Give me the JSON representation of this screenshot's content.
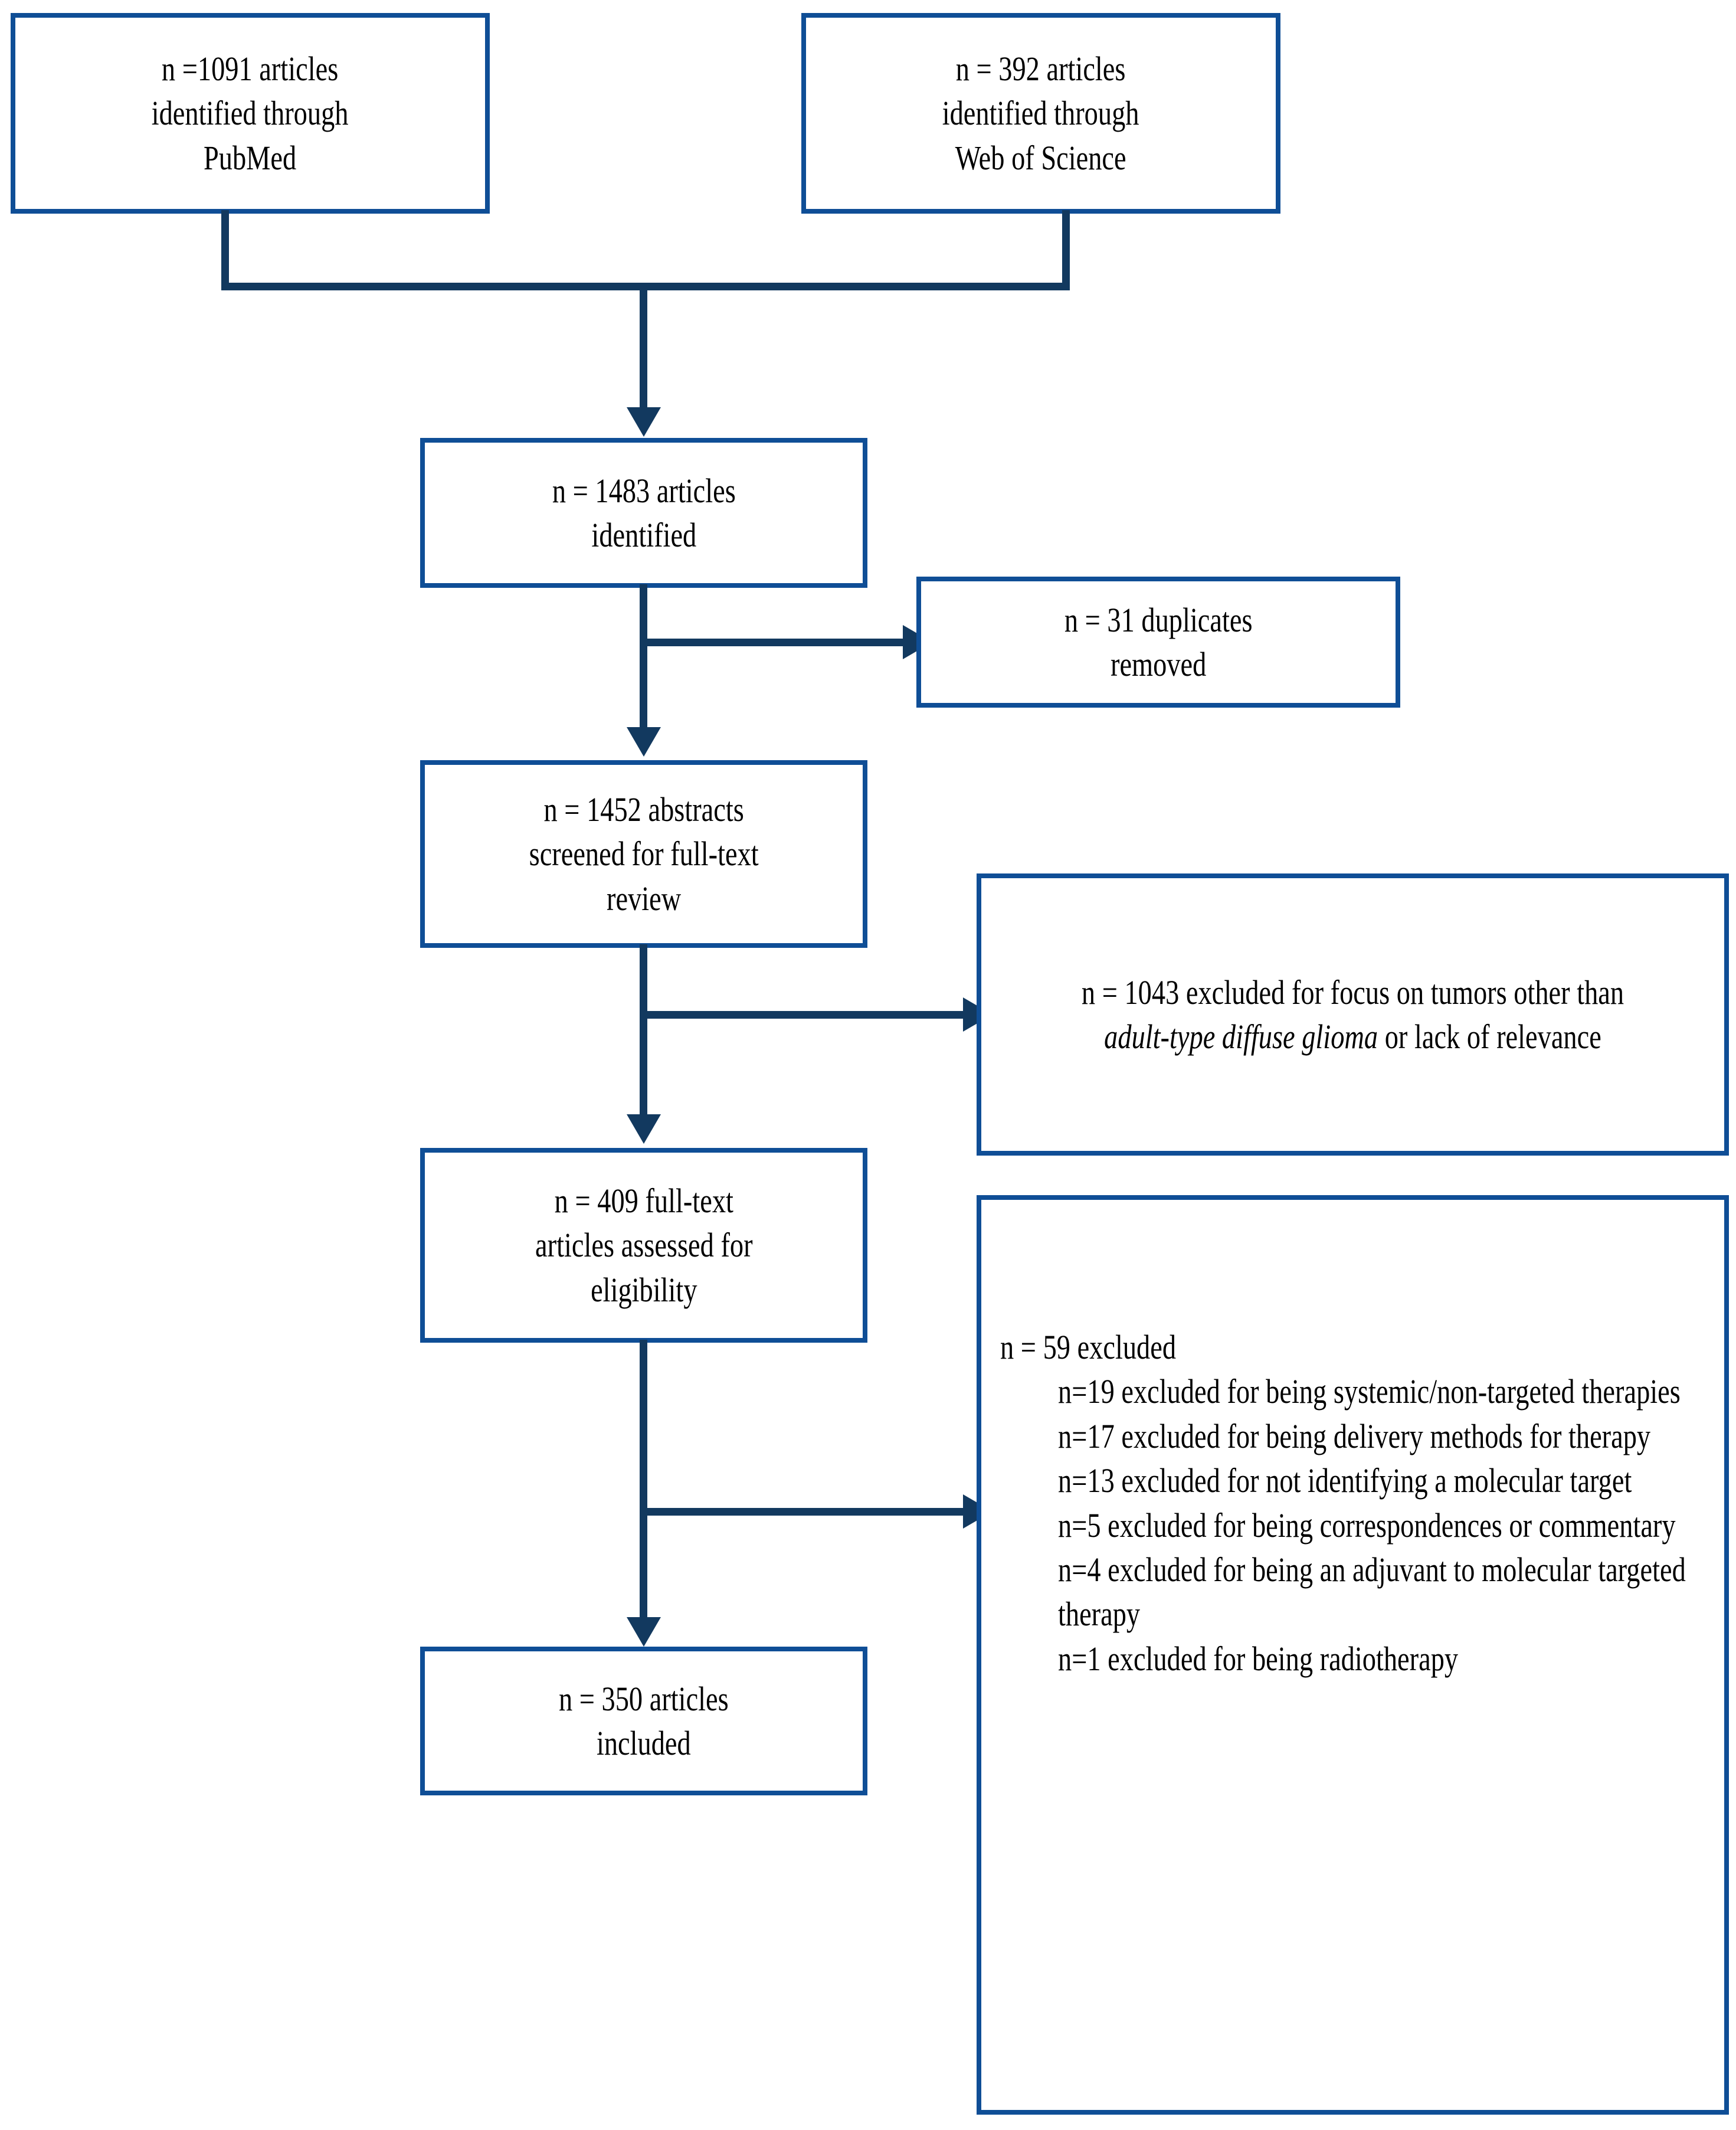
{
  "diagram": {
    "type": "prisma-flow-diagram",
    "accent_border_color": "#0f4e96",
    "connector_color": "#12395f",
    "background_color": "#ffffff",
    "text_color": "#000000"
  },
  "boxes": {
    "pubmed": {
      "line1": "n =1091 articles",
      "line2": "identified through",
      "line3": "PubMed"
    },
    "web_of_science": {
      "line1": "n = 392 articles",
      "line2": "identified through",
      "line3": "Web of Science"
    },
    "identified": {
      "line1": "n = 1483 articles",
      "line2": "identified"
    },
    "duplicates": {
      "line1": "n = 31 duplicates",
      "line2": "removed"
    },
    "abstracts": {
      "line1": "n = 1452 abstracts",
      "line2": "screened for full-text",
      "line3": "review"
    },
    "excluded_1043": {
      "part1": "n = 1043 excluded for focus on tumors other than ",
      "italic": "adult-type diffuse glioma",
      "part2": " or lack of relevance"
    },
    "fulltext": {
      "line1": "n = 409 full-text",
      "line2": "articles assessed for",
      "line3": "eligibility"
    },
    "excluded_59": {
      "header": "n = 59 excluded",
      "items": [
        "n=19 excluded for being systemic/non-targeted therapies",
        "n=17 excluded for being delivery methods for therapy",
        "n=13 excluded for not identifying a molecular target",
        "n=5 excluded for being correspondences or commentary",
        "n=4 excluded for being an adjuvant to molecular targeted therapy",
        "n=1 excluded for being radiotherapy"
      ]
    },
    "included": {
      "line1": "n = 350 articles",
      "line2": "included"
    }
  },
  "flow_counts": {
    "pubmed": 1091,
    "web_of_science": 392,
    "identified": 1483,
    "duplicates_removed": 31,
    "abstracts_screened": 1452,
    "excluded_focus": 1043,
    "fulltext_assessed": 409,
    "excluded_fulltext": 59,
    "included": 350,
    "excluded_breakdown": [
      19,
      17,
      13,
      5,
      4,
      1
    ]
  }
}
